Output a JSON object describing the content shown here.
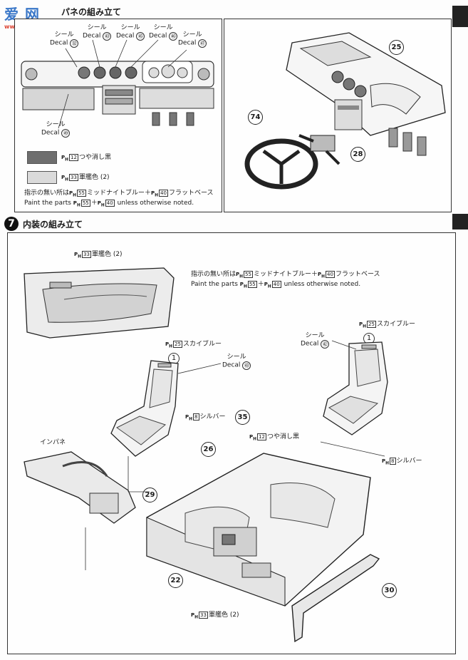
{
  "watermark": {
    "text": "爱 网",
    "sub": "www.shou.com"
  },
  "step6": {
    "title": "パネの組み立て",
    "decal_labels": [
      {
        "jp": "シール",
        "en": "Decal",
        "num": "㉜"
      },
      {
        "jp": "シール",
        "en": "Decal",
        "num": "㊸"
      },
      {
        "jp": "シール",
        "en": "Decal",
        "num": "㊺"
      },
      {
        "jp": "シール",
        "en": "Decal",
        "num": "㊻"
      },
      {
        "jp": "シール",
        "en": "Decal",
        "num": "㊼"
      },
      {
        "jp": "シール",
        "en": "Decal",
        "num": "㊾"
      }
    ],
    "legend": [
      {
        "ph": "12",
        "text": "つや消し黒",
        "color": "#6e6e6e"
      },
      {
        "ph": "33",
        "text": "軍艦色 (2)",
        "color": "#dadada"
      }
    ],
    "note_jp": "指示の無い所は",
    "note_jp_mid": "ミッドナイトブルー＋",
    "note_jp_end": "フラットベース",
    "note_en_pre": "Paint the parts",
    "note_en_post": "unless otherwise noted.",
    "ph_a": "55",
    "ph_b": "40",
    "parts": {
      "p25": "25",
      "p74": "74",
      "p28": "28"
    }
  },
  "step7": {
    "badge": "7",
    "title": "内装の組み立て",
    "door_color": {
      "ph": "33",
      "text": "軍艦色 (2)"
    },
    "note_jp": "指示の無い所は",
    "note_jp_mid": "ミッドナイトブルー＋",
    "note_jp_end": "フラットベース",
    "note_en_pre": "Paint the parts",
    "note_en_post": "unless otherwise noted.",
    "ph_a": "55",
    "ph_b": "40",
    "seat_left": {
      "ph": "25",
      "color": "スカイブルー",
      "part": "1",
      "decal_jp": "シール",
      "decal_en": "Decal",
      "decal_num": "㊸",
      "silver_ph": "8",
      "silver": "シルバー"
    },
    "seat_right": {
      "ph": "25",
      "color": "スカイブルー",
      "part": "1",
      "decal_jp": "シール",
      "decal_en": "Decal",
      "decal_num": "㊷",
      "silver_ph": "8",
      "silver": "シルバー"
    },
    "inpane": "インパネ",
    "parts": {
      "p35": "35",
      "p26": "26",
      "p29": "29",
      "p22": "22",
      "p30": "30"
    },
    "black": {
      "ph": "12",
      "text": "つや消し黒"
    },
    "floor_color": {
      "ph": "33",
      "text": "軍艦色 (2)"
    }
  }
}
